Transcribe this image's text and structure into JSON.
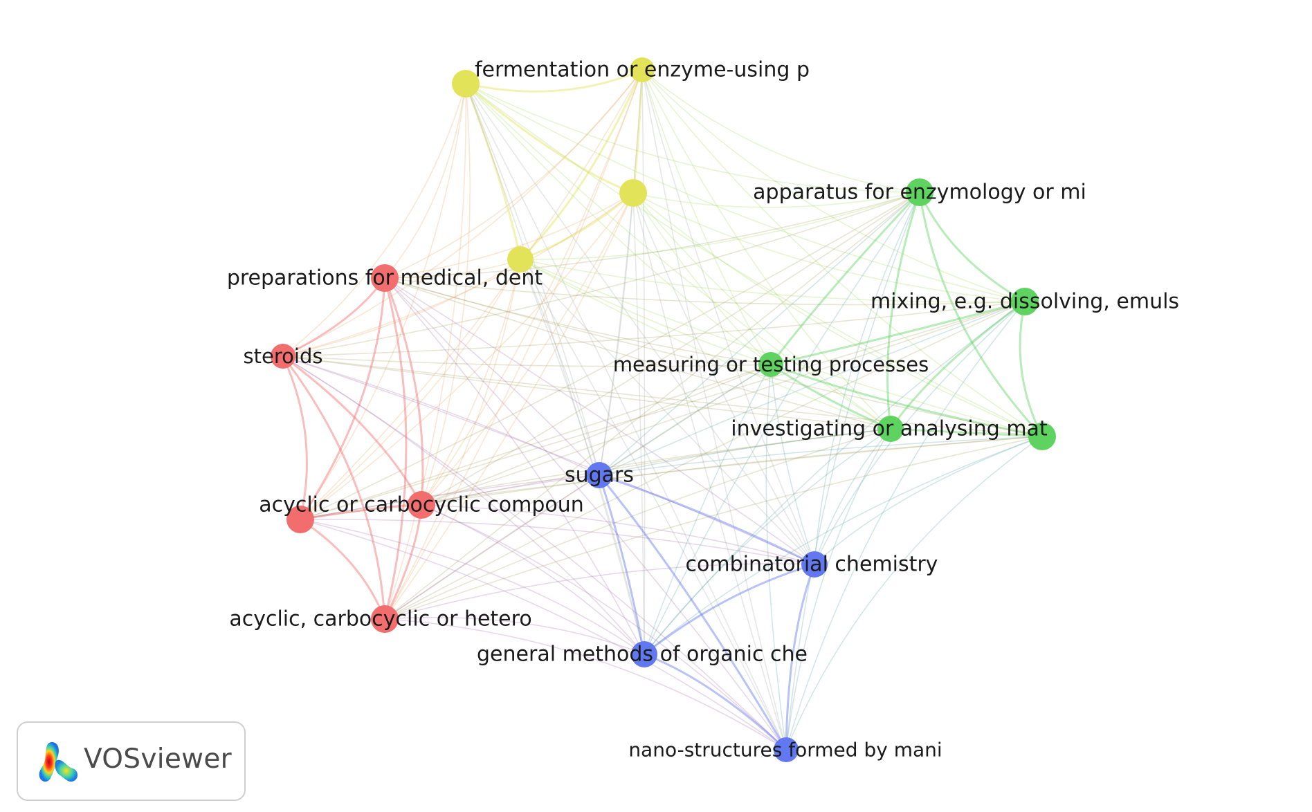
{
  "app": {
    "logo_text": "VOSviewer"
  },
  "network": {
    "cluster_colors": {
      "red": "#f26d6d",
      "green": "#5fd35f",
      "blue": "#6178f0",
      "yellow": "#e3e35a"
    },
    "nodes": [
      {
        "id": "n-fermentation",
        "label": "fermentation or enzyme-using p",
        "cluster": "yellow"
      },
      {
        "id": "n-y1",
        "label": "",
        "cluster": "yellow"
      },
      {
        "id": "n-y2",
        "label": "",
        "cluster": "yellow"
      },
      {
        "id": "n-y3",
        "label": "",
        "cluster": "yellow"
      },
      {
        "id": "n-apparatus",
        "label": "apparatus for enzymology or mi",
        "cluster": "green"
      },
      {
        "id": "n-mixing",
        "label": "mixing, e.g. dissolving, emuls",
        "cluster": "green"
      },
      {
        "id": "n-measuring",
        "label": "measuring or testing processes",
        "cluster": "green"
      },
      {
        "id": "n-investigating",
        "label": "investigating or analysing mat",
        "cluster": "green"
      },
      {
        "id": "n-g1",
        "label": "",
        "cluster": "green"
      },
      {
        "id": "n-preparations",
        "label": "preparations for medical, dent",
        "cluster": "red"
      },
      {
        "id": "n-steroids",
        "label": "steroids",
        "cluster": "red"
      },
      {
        "id": "n-acyclic-carbo",
        "label": "acyclic or carbocyclic compoun",
        "cluster": "red"
      },
      {
        "id": "n-r1",
        "label": "",
        "cluster": "red"
      },
      {
        "id": "n-acyclic-hetero",
        "label": "acyclic, carbocyclic or hetero",
        "cluster": "red"
      },
      {
        "id": "n-sugars",
        "label": "sugars",
        "cluster": "blue"
      },
      {
        "id": "n-combinatorial",
        "label": "combinatorial chemistry",
        "cluster": "blue"
      },
      {
        "id": "n-general",
        "label": "general methods of organic che",
        "cluster": "blue"
      },
      {
        "id": "n-nano",
        "label": "nano-structures formed by mani",
        "cluster": "blue"
      }
    ]
  }
}
